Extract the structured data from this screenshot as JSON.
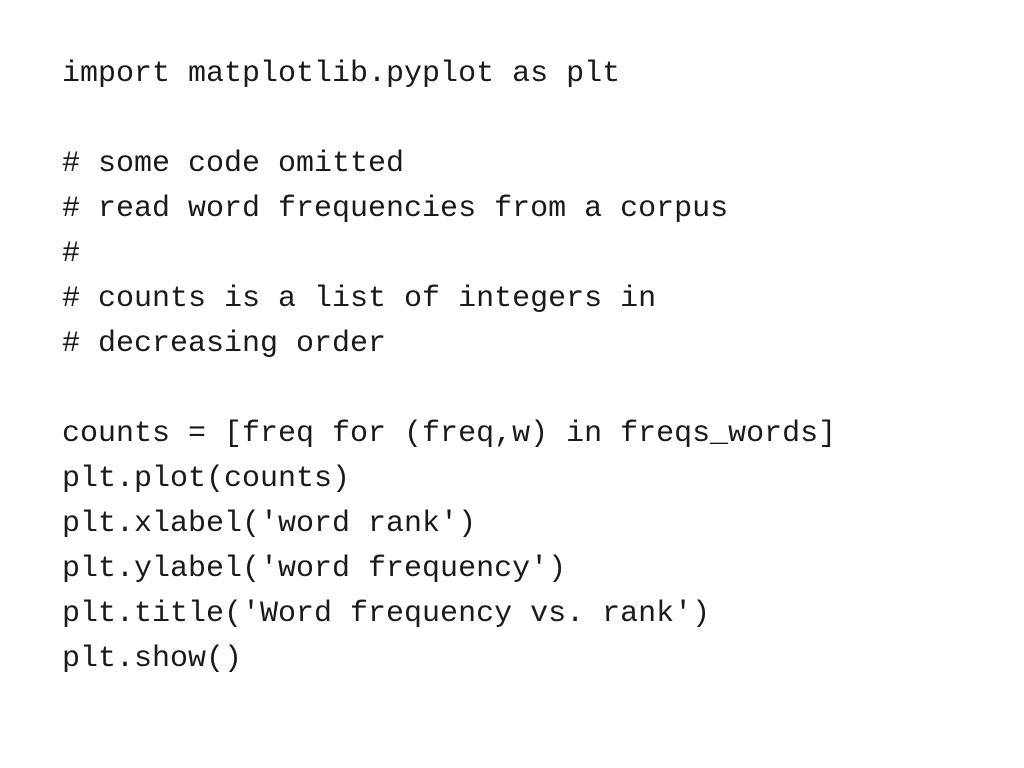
{
  "code": {
    "lines": [
      "import matplotlib.pyplot as plt",
      "",
      "# some code omitted",
      "# read word frequencies from a corpus",
      "#",
      "# counts is a list of integers in",
      "# decreasing order",
      "",
      "counts = [freq for (freq,w) in freqs_words]",
      "plt.plot(counts)",
      "plt.xlabel('word rank')",
      "plt.ylabel('word frequency')",
      "plt.title('Word frequency vs. rank')",
      "plt.show()"
    ]
  }
}
